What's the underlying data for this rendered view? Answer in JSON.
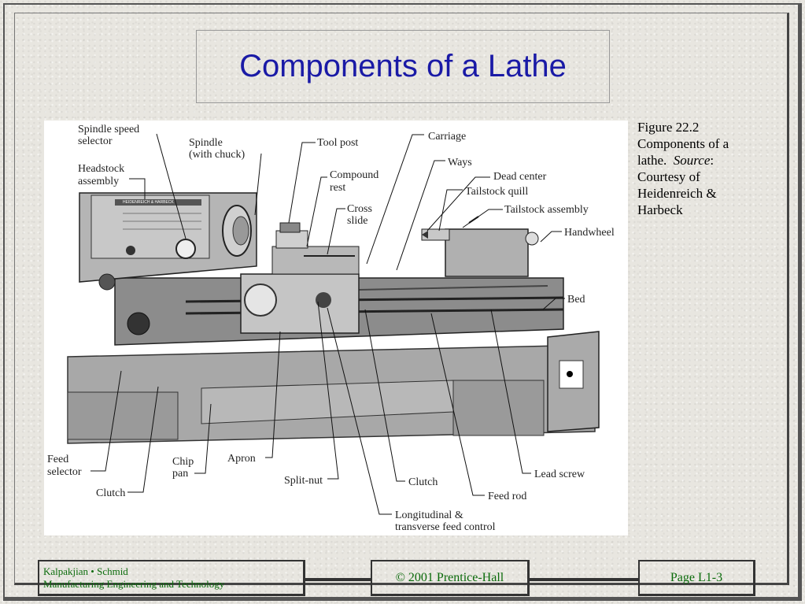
{
  "slide": {
    "title": "Components of a Lathe"
  },
  "caption": {
    "figure_number": "Figure 22.2",
    "text_1": "Components of a",
    "text_2": "lathe.",
    "source_label": "Source",
    "text_3": "Courtesy of",
    "text_4": "Heidenreich &",
    "text_5": "Harbeck"
  },
  "figure_labels": {
    "spindle_speed_selector_1": "Spindle   speed",
    "spindle_speed_selector_2": "selector",
    "spindle_1": "Spindle",
    "spindle_2": "(with   chuck)",
    "headstock_1": "Headstock",
    "headstock_2": "assembly",
    "tool_post": "Tool   post",
    "carriage": "Carriage",
    "ways": "Ways",
    "compound_1": "Compound",
    "compound_2": "rest",
    "dead_center": "Dead   center",
    "tailstock_quill": "Tailstock   quill",
    "cross_slide_1": "Cross",
    "cross_slide_2": "slide",
    "tailstock_assembly": "Tailstock   assembly",
    "handwheel": "Handwheel",
    "bed": "Bed",
    "feed_selector_1": "Feed",
    "feed_selector_2": "selector",
    "chip_pan_1": "Chip",
    "chip_pan_2": "pan",
    "apron": "Apron",
    "clutch_left": "Clutch",
    "split_nut": "Split-nut",
    "clutch_right": "Clutch",
    "lead_screw": "Lead   screw",
    "feed_rod": "Feed   rod",
    "long_feed_1": "Longitudinal   &",
    "long_feed_2": "transverse   feed   control",
    "machine_plate": "HEIDENREICH & HARBECK"
  },
  "footer": {
    "authors": "Kalpakjian • Schmid",
    "book": "Manufacturing Engineering and Technology",
    "copyright": "© 2001 Prentice-Hall",
    "page": "Page L1-3"
  }
}
